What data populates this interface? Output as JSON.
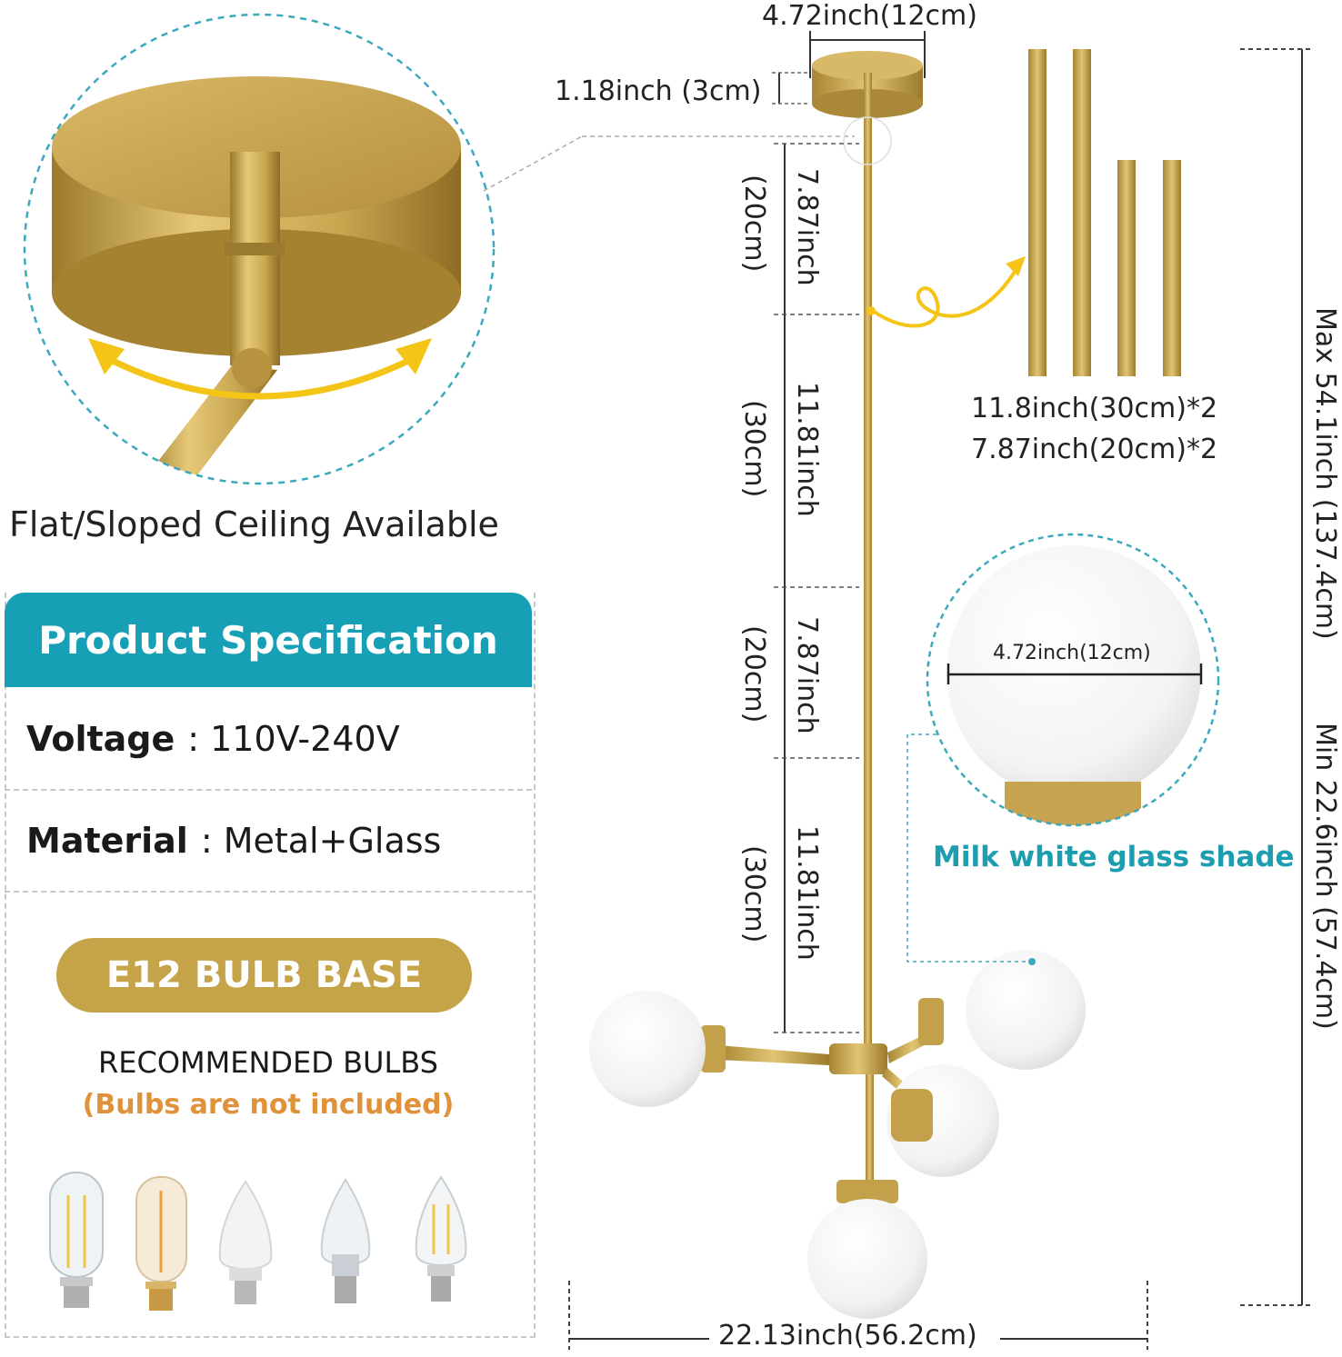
{
  "dimensions": {
    "canopy_width": "4.72inch(12cm)",
    "canopy_height": "1.18inch (3cm)",
    "rod_segments": [
      {
        "inch": "7.87inch",
        "cm": "(20cm)"
      },
      {
        "inch": "11.81inch",
        "cm": "(30cm)"
      },
      {
        "inch": "7.87inch",
        "cm": "(20cm)"
      },
      {
        "inch": "11.81inch",
        "cm": "(30cm)"
      }
    ],
    "rods_included": [
      "11.8inch(30cm)*2",
      "7.87inch(20cm)*2"
    ],
    "max_height": "Max 54.1inch  (137.4cm)",
    "min_height": "Min 22.6inch  (57.4cm)",
    "overall_width": "22.13inch(56.2cm)",
    "shade_diameter": "4.72inch(12cm)"
  },
  "ceiling_caption": "Flat/Sloped Ceiling Available",
  "shade_caption": "Milk white glass shade",
  "spec": {
    "title": "Product Specification",
    "rows": [
      {
        "label": "Voltage",
        "value": ": 110V-240V"
      },
      {
        "label": "Material",
        "value": ": Metal+Glass"
      }
    ],
    "bulb_base": "E12 BULB BASE",
    "recommended": "RECOMMENDED BULBS",
    "note": "(Bulbs are not included)"
  },
  "colors": {
    "accent_teal": "#169fb5",
    "brass": "#c5a348",
    "note_orange": "#e0923a"
  }
}
